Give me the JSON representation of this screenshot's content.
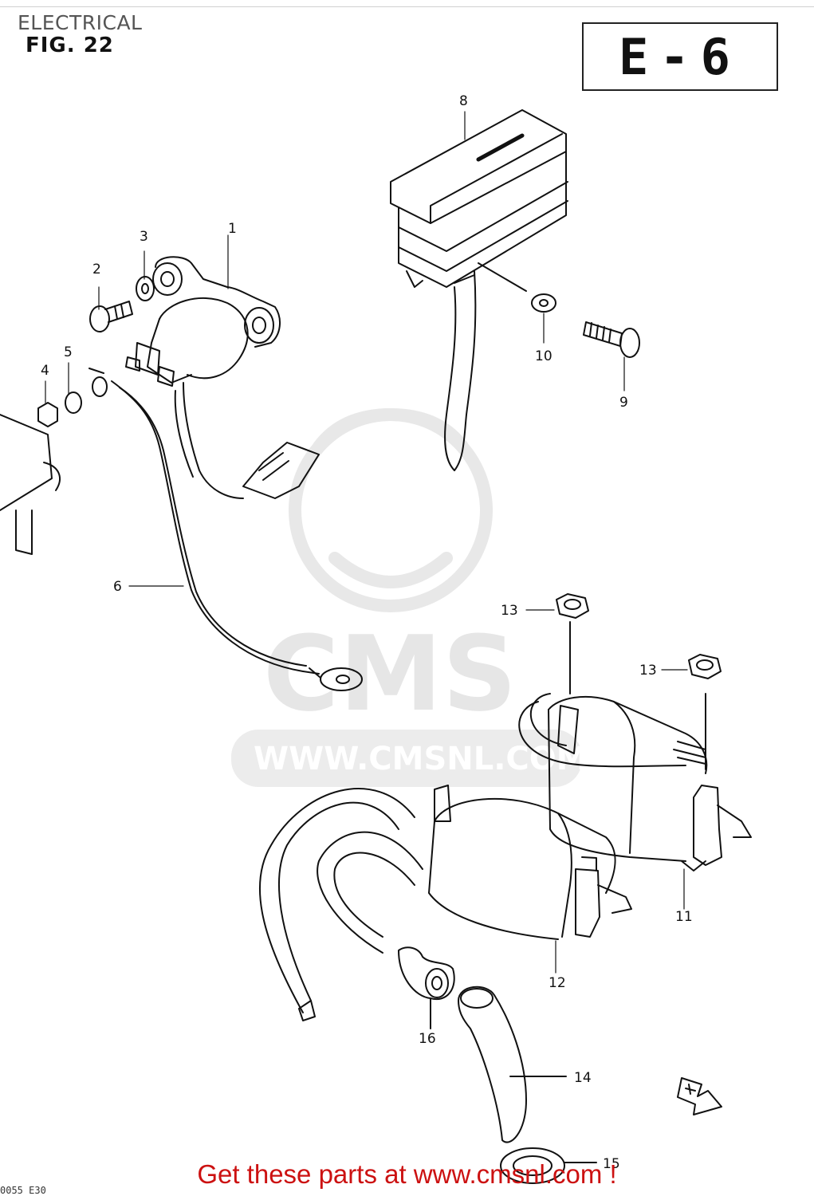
{
  "header": {
    "section": "ELECTRICAL",
    "figure": "FIG. 22",
    "code": "E-6"
  },
  "watermark": {
    "brand": "CMS",
    "url": "WWW.CMSNL.COM"
  },
  "callouts": [
    "1",
    "2",
    "3",
    "4",
    "5",
    "6",
    "8",
    "9",
    "10",
    "11",
    "12",
    "13",
    "13",
    "14",
    "15",
    "16"
  ],
  "footer": {
    "cta": "Get these parts at www.cmsnl.com !",
    "ref": "0055 E30"
  },
  "colors": {
    "cta": "#cc1111",
    "line": "#111111",
    "watermark": "#e6e6e6"
  }
}
